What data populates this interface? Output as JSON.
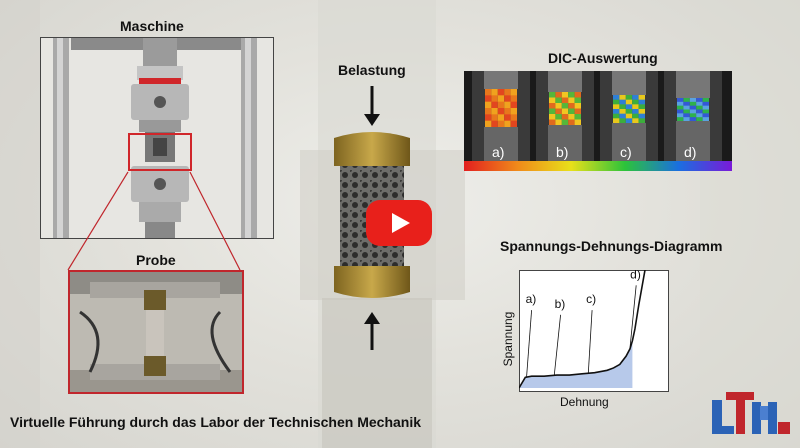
{
  "labels": {
    "machine": "Maschine",
    "sample": "Probe",
    "load": "Belastung",
    "dic": "DIC-Auswertung",
    "diagram": "Spannungs-Dehnungs-Diagramm",
    "caption": "Virtuelle Führung durch das Labor der Technischen Mechanik"
  },
  "dic_frames": [
    "a)",
    "b)",
    "c)",
    "d)"
  ],
  "chart_data": {
    "type": "line",
    "title": "Spannungs-Dehnungs-Diagramm",
    "xlabel": "Dehnung",
    "ylabel": "Spannung",
    "annotations": [
      "a)",
      "b)",
      "c)",
      "d)"
    ],
    "x": [
      0,
      0.05,
      0.1,
      0.2,
      0.3,
      0.4,
      0.5,
      0.6,
      0.7,
      0.75,
      0.8,
      0.85,
      0.88,
      0.9,
      0.92,
      0.95,
      1.0
    ],
    "y": [
      0,
      0.09,
      0.1,
      0.1,
      0.11,
      0.11,
      0.12,
      0.13,
      0.15,
      0.17,
      0.2,
      0.27,
      0.33,
      0.4,
      0.5,
      0.7,
      1.0
    ],
    "grid": false,
    "colors": {
      "line": "#111111",
      "fill": "#b7c9ea"
    }
  },
  "colors": {
    "accent": "#d0262a",
    "play": "#e8201b",
    "logo_blue": "#2b63b6",
    "logo_red": "#c0262c"
  },
  "icons": {
    "play": "play-icon",
    "logo": "ltm-logo"
  }
}
